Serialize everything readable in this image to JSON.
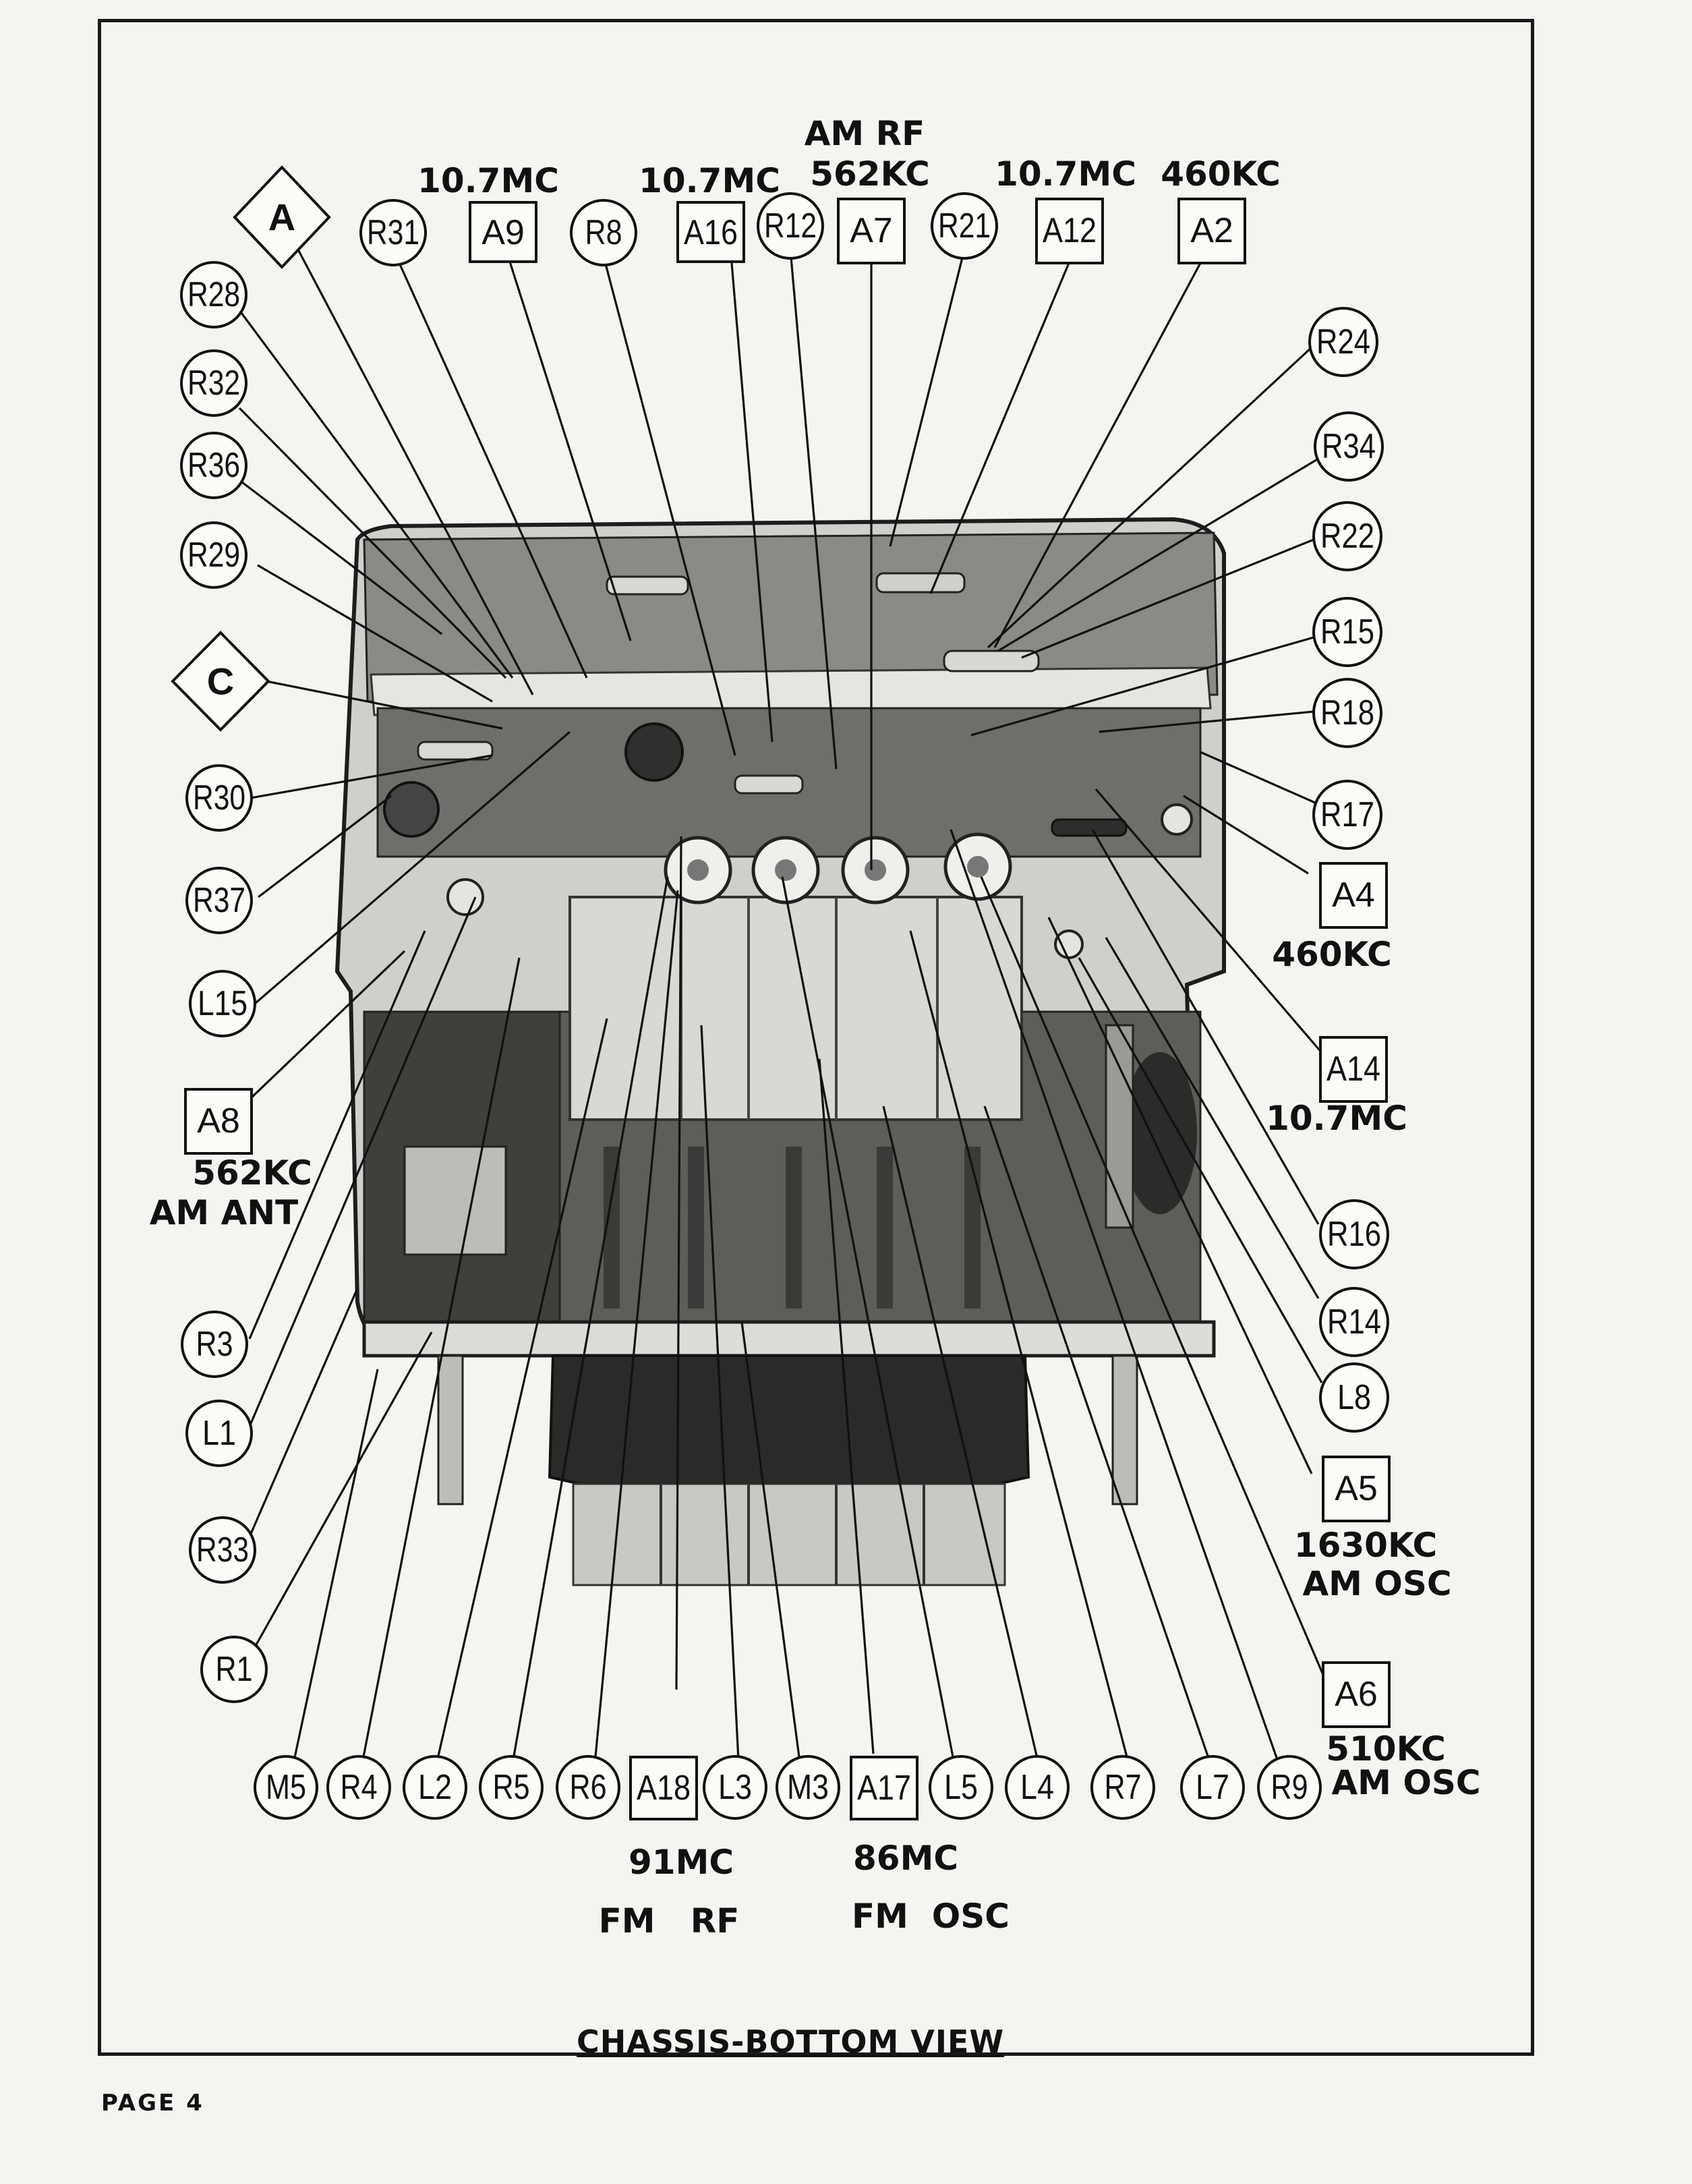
{
  "caption": "CHASSIS-BOTTOM VIEW",
  "page_label": "PAGE 4",
  "callouts": {
    "A": "A",
    "C": "C",
    "R31": "R31",
    "A9": "A9",
    "R8": "R8",
    "A16": "A16",
    "R12": "R12",
    "A7": "A7",
    "R21": "R21",
    "A12": "A12",
    "A2": "A2",
    "R28": "R28",
    "R32": "R32",
    "R36": "R36",
    "R29": "R29",
    "R30": "R30",
    "R37": "R37",
    "L15": "L15",
    "A8": "A8",
    "R3": "R3",
    "L1": "L1",
    "R33": "R33",
    "R1": "R1",
    "R24": "R24",
    "R34": "R34",
    "R22": "R22",
    "R15": "R15",
    "R18": "R18",
    "R17": "R17",
    "A4": "A4",
    "A14": "A14",
    "R16": "R16",
    "R14": "R14",
    "L8": "L8",
    "A5": "A5",
    "A6": "A6",
    "M5": "M5",
    "R4": "R4",
    "L2": "L2",
    "R5": "R5",
    "R6": "R6",
    "A18": "A18",
    "L3": "L3",
    "M3": "M3",
    "A17": "A17",
    "L5": "L5",
    "L4": "L4",
    "R7": "R7",
    "L7": "L7",
    "R9": "R9"
  },
  "freq_labels": {
    "a9": "10.7MC",
    "a16": "10.7MC",
    "a7_1": "AM  RF",
    "a7_2": "562KC",
    "a12": "10.7MC",
    "a2": "460KC",
    "a8_1": "562KC",
    "a8_2": "AM ANT",
    "a4": "460KC",
    "a14": "10.7MC",
    "a5_1": "1630KC",
    "a5_2": "AM OSC",
    "a6_1": "510KC",
    "a6_2": "AM OSC",
    "a18_1": "91MC",
    "a18_2": "FM   RF",
    "a17_1": "86MC",
    "a17_2": "FM  OSC"
  }
}
